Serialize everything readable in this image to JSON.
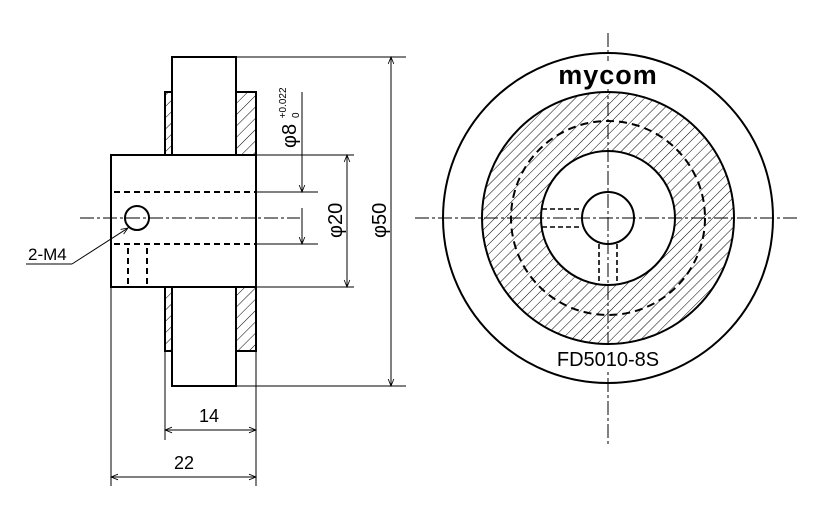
{
  "labels": {
    "logo": "mycom",
    "model": "FD5010-8S",
    "thread": "2-M4",
    "dim_bore": "φ8",
    "dim_bore_upper_tol": "+0.022",
    "dim_bore_lower_tol": "0",
    "dim_hub_dia": "φ20",
    "dim_outer_dia": "φ50",
    "dim_width_14": "14",
    "dim_width_22": "22"
  }
}
